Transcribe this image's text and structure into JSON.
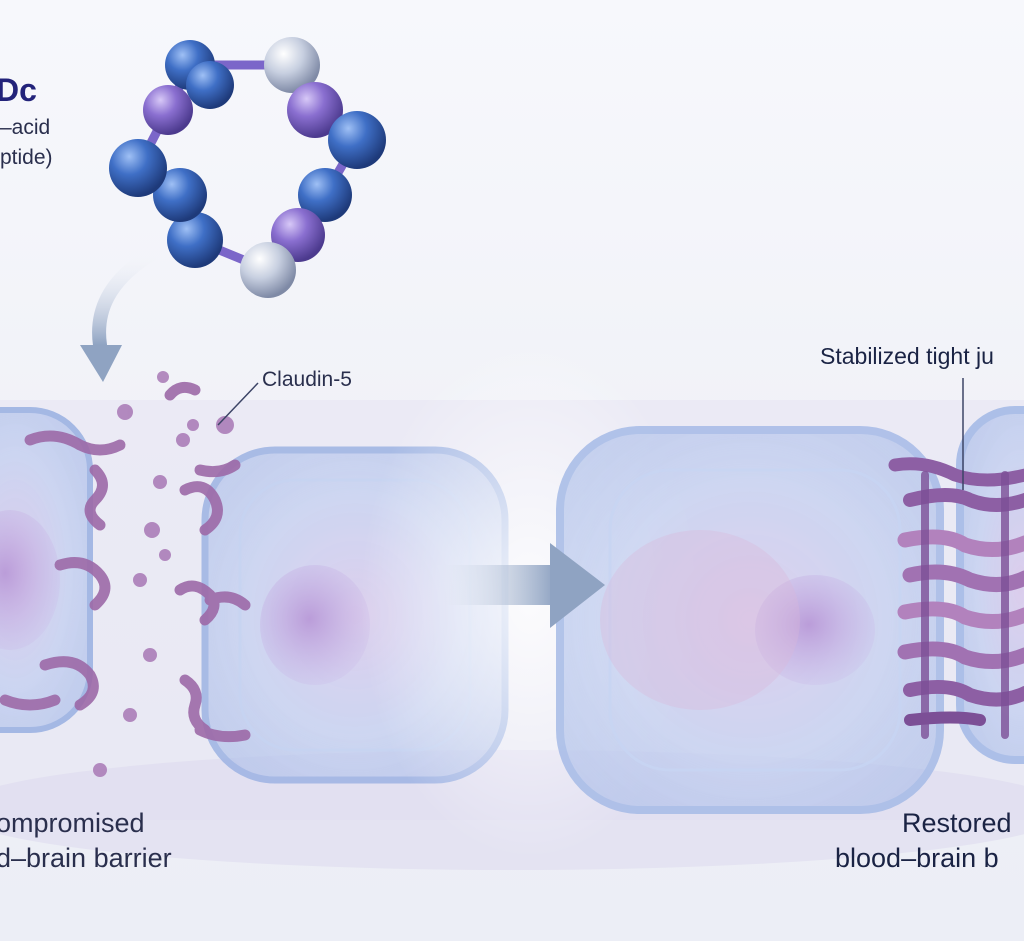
{
  "labels": {
    "peptide_title": "Dc",
    "peptide_subtitle_1": "–acid",
    "peptide_subtitle_2": "ptide)",
    "claudin": "Claudin-5",
    "stabilized": "Stabilized tight ju",
    "left_caption_1": "ompromised",
    "left_caption_2": "d–brain barrier",
    "right_caption_1": "Restored",
    "right_caption_2": "blood–brain b"
  },
  "colors": {
    "peptide_blue": "#3f6fc6",
    "peptide_purple": "#8a6fd0",
    "peptide_grey": "#c7cfe0",
    "claudin_purple": "#9d6aa8",
    "cell_blue": "#b9c8ec",
    "arrow": "#8fa3c2"
  }
}
